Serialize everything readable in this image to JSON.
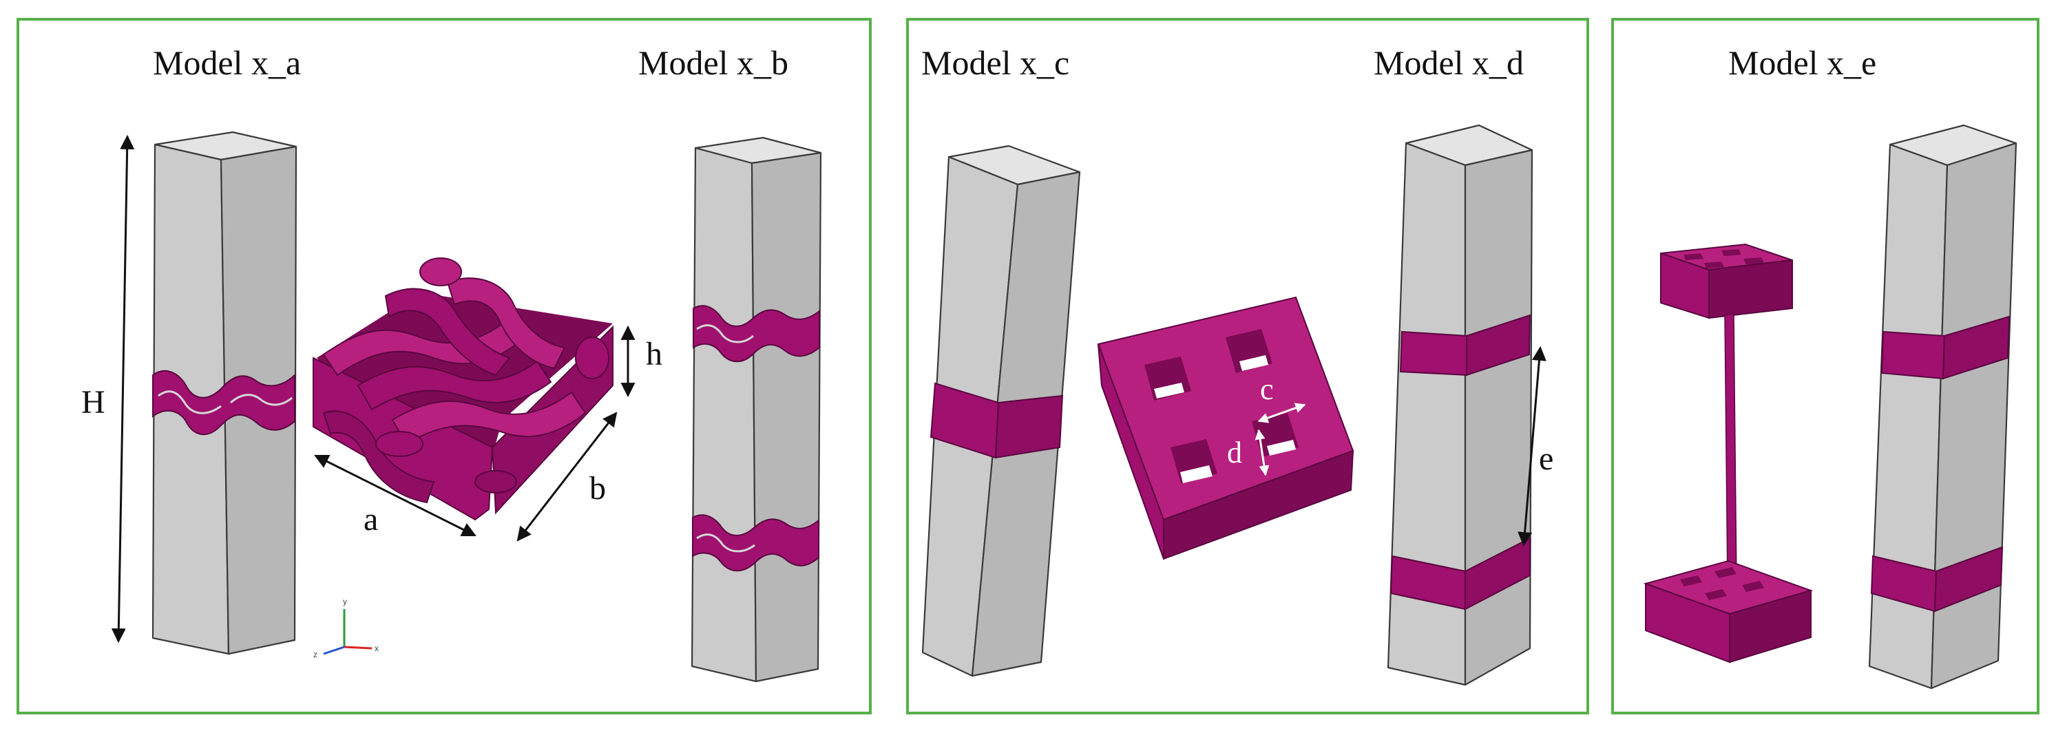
{
  "colors": {
    "frame": "#57b04a",
    "concrete_front": "#cbcbcb",
    "concrete_side": "#b7b7b7",
    "concrete_top": "#e4e4e4",
    "insert": "#a0106e",
    "insert_dark": "#7d0a55",
    "insert_light": "#b8207f",
    "arrow": "#111111"
  },
  "panels": {
    "p1": {
      "model_a": "Model x_a",
      "model_b": "Model x_b"
    },
    "p2": {
      "model_c": "Model x_c",
      "model_d": "Model x_d"
    },
    "p3": {
      "model_e": "Model x_e"
    }
  },
  "dimensions": {
    "H": "H",
    "h": "h",
    "a": "a",
    "b": "b",
    "c": "c",
    "d": "d",
    "e": "e"
  },
  "triad": {
    "y": "y",
    "x": "x",
    "z": "z"
  }
}
